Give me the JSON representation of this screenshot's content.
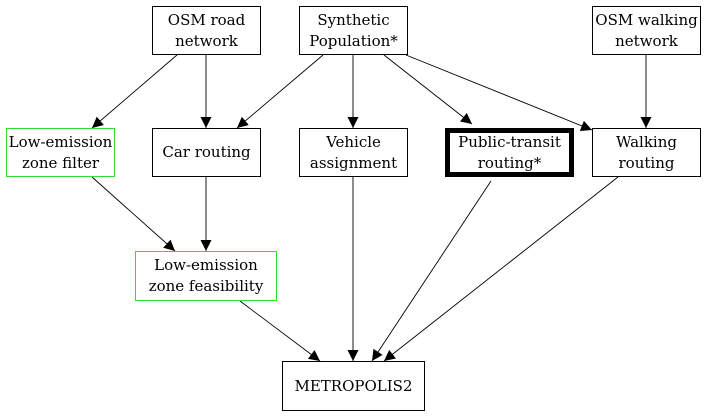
{
  "diagram": {
    "nodes": {
      "osm_road": {
        "label": "OSM road\nnetwork"
      },
      "synthetic_population": {
        "label": "Synthetic\nPopulation*"
      },
      "osm_walking": {
        "label": "OSM walking\nnetwork"
      },
      "lez_filter": {
        "label": "Low-emission\nzone filter",
        "border_color": "#33dd33"
      },
      "car_routing": {
        "label": "Car routing"
      },
      "vehicle_assignment": {
        "label": "Vehicle\nassignment"
      },
      "public_transit_routing": {
        "label": "Public-transit\nrouting*",
        "emphasis": "thick-border"
      },
      "walking_routing": {
        "label": "Walking\nrouting"
      },
      "lez_feasibility": {
        "label": "Low-emission\nzone feasibility",
        "border_color": "#33dd33"
      },
      "metropolis2": {
        "label": "METROPOLIS2"
      }
    },
    "edges": [
      {
        "from": "osm_road",
        "to": "lez_filter"
      },
      {
        "from": "osm_road",
        "to": "car_routing"
      },
      {
        "from": "synthetic_population",
        "to": "car_routing"
      },
      {
        "from": "synthetic_population",
        "to": "vehicle_assignment"
      },
      {
        "from": "synthetic_population",
        "to": "public_transit_routing"
      },
      {
        "from": "synthetic_population",
        "to": "walking_routing"
      },
      {
        "from": "osm_walking",
        "to": "walking_routing"
      },
      {
        "from": "lez_filter",
        "to": "lez_feasibility"
      },
      {
        "from": "car_routing",
        "to": "lez_feasibility"
      },
      {
        "from": "lez_feasibility",
        "to": "metropolis2"
      },
      {
        "from": "vehicle_assignment",
        "to": "metropolis2"
      },
      {
        "from": "public_transit_routing",
        "to": "metropolis2"
      },
      {
        "from": "walking_routing",
        "to": "metropolis2"
      }
    ]
  }
}
